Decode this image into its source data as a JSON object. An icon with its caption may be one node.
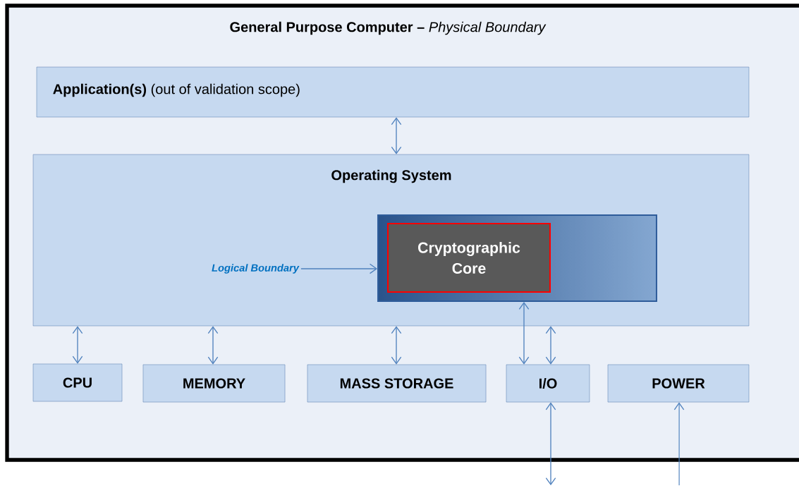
{
  "diagram": {
    "nodes": [
      {
        "text": [
          "**General Purpose Computer –** *Physical Boundary*"
        ]
      },
      {
        "text": [
          "**Application(s)** (out of validation scope)"
        ],
        "in": 0
      },
      {
        "text": [
          "Operating System"
        ],
        "in": 0
      },
      {
        "text": [],
        "shape": "box",
        "in": 2
      },
      {
        "text": [
          "Cryptographic Core"
        ],
        "in": 3
      },
      {
        "text": [
          "Logical Boundary"
        ],
        "in": 2
      },
      {
        "text": [
          "CPU"
        ],
        "in": 0
      },
      {
        "text": [
          "MEMORY"
        ],
        "in": 0
      },
      {
        "text": [
          "MASS STORAGE"
        ],
        "in": 0
      },
      {
        "text": [
          "I/O"
        ],
        "in": 0
      },
      {
        "text": [
          "POWER"
        ],
        "in": 0
      }
    ],
    "edges": [
      {
        "from": 1,
        "to": 2,
        "arrow": "both"
      },
      {
        "from": 5,
        "to": 3,
        "arrow": "to"
      },
      {
        "from": 2,
        "to": 6,
        "arrow": "both"
      },
      {
        "from": 2,
        "to": 7,
        "arrow": "both"
      },
      {
        "from": 2,
        "to": 8,
        "arrow": "both"
      },
      {
        "from": 3,
        "to": 9,
        "arrow": "both"
      },
      {
        "from": 2,
        "to": 9,
        "arrow": "both"
      },
      {
        "from": 9,
        "to": null,
        "arrow": "both"
      },
      {
        "from": null,
        "to": 10,
        "arrow": "to"
      }
    ]
  }
}
